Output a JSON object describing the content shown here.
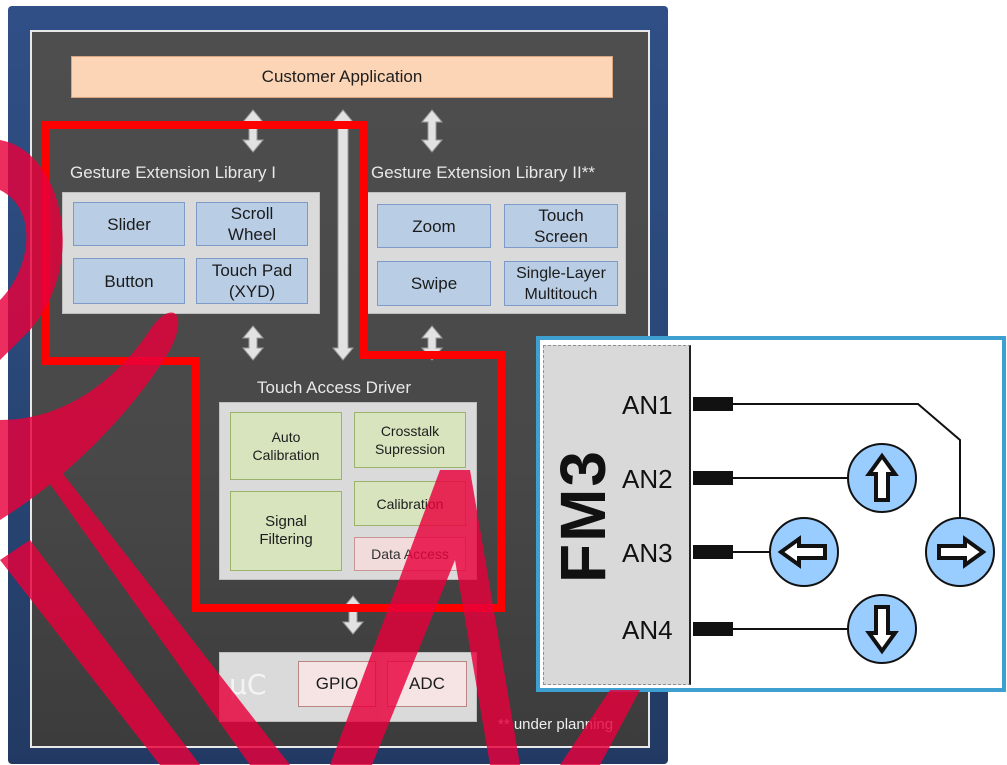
{
  "customer_application": "Customer Application",
  "library1": {
    "title": "Gesture Extension Library I",
    "items": [
      "Slider",
      "Scroll\nWheel",
      "Button",
      "Touch Pad\n(XYD)"
    ]
  },
  "library2": {
    "title": "Gesture Extension Library II**",
    "items": [
      "Zoom",
      "Touch\nScreen",
      "Swipe",
      "Single-Layer\nMultitouch"
    ]
  },
  "driver": {
    "title": "Touch Access Driver",
    "auto_calibration": "Auto\nCalibration",
    "crosstalk": "Crosstalk\nSupression",
    "signal_filtering": "Signal\nFiltering",
    "calibration": "Calibration",
    "data_access": "Data Access"
  },
  "microcontroller": {
    "label": "µC",
    "gpio": "GPIO",
    "adc": "ADC"
  },
  "footnote": "** under planning",
  "fm3": {
    "chip_label": "FM3",
    "pins": [
      "AN1",
      "AN2",
      "AN3",
      "AN4"
    ],
    "buttons": [
      "up-arrow",
      "left-arrow",
      "right-arrow",
      "down-arrow"
    ]
  },
  "colors": {
    "panel_blue": "#2f4f86",
    "highlight_red": "#ff0000",
    "watermark": "#e8003c",
    "button_fill": "#99ccff",
    "fm_border": "#3ea0d0"
  }
}
